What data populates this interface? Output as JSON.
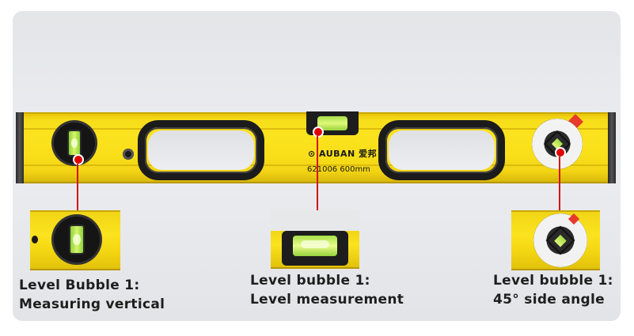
{
  "product": {
    "brand": "AUBAN 爱邦",
    "model_text": "621006  600mm",
    "colors": {
      "body": "#fbe31e",
      "vial_green": "#b7ea52",
      "pointer_red": "#d21414"
    }
  },
  "callouts": [
    {
      "line1": "Level Bubble 1:",
      "line2": "Measuring vertical"
    },
    {
      "line1": "Level bubble 1:",
      "line2": "Level measurement"
    },
    {
      "line1": "Level bubble 1:",
      "line2": "45° side angle"
    }
  ]
}
